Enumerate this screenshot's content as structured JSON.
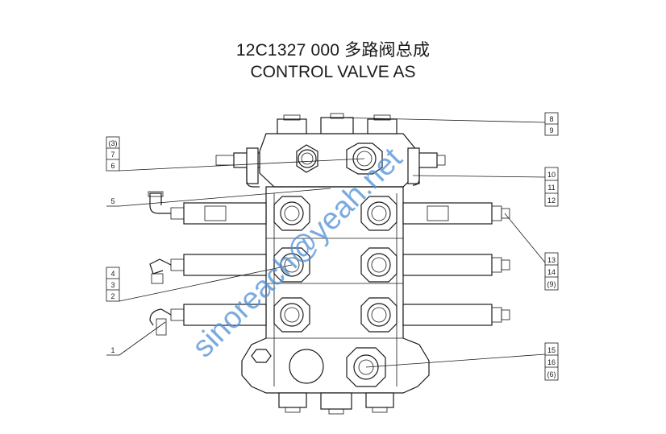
{
  "title_line1": "12C1327 000  多路阀总成",
  "title_line2": "CONTROL VALVE AS",
  "watermark": "sinoreach@yeah.net",
  "callouts_left": [
    {
      "labels": [
        "(3)",
        "7",
        "6"
      ]
    },
    {
      "labels": [
        "5"
      ]
    },
    {
      "labels": [
        "4",
        "3",
        "2"
      ]
    },
    {
      "labels": [
        "1"
      ]
    }
  ],
  "callouts_right": [
    {
      "labels": [
        "8",
        "9"
      ]
    },
    {
      "labels": [
        "10",
        "11",
        "12"
      ]
    },
    {
      "labels": [
        "13",
        "14",
        "(9)"
      ]
    },
    {
      "labels": [
        "15",
        "16",
        "(6)"
      ]
    }
  ]
}
